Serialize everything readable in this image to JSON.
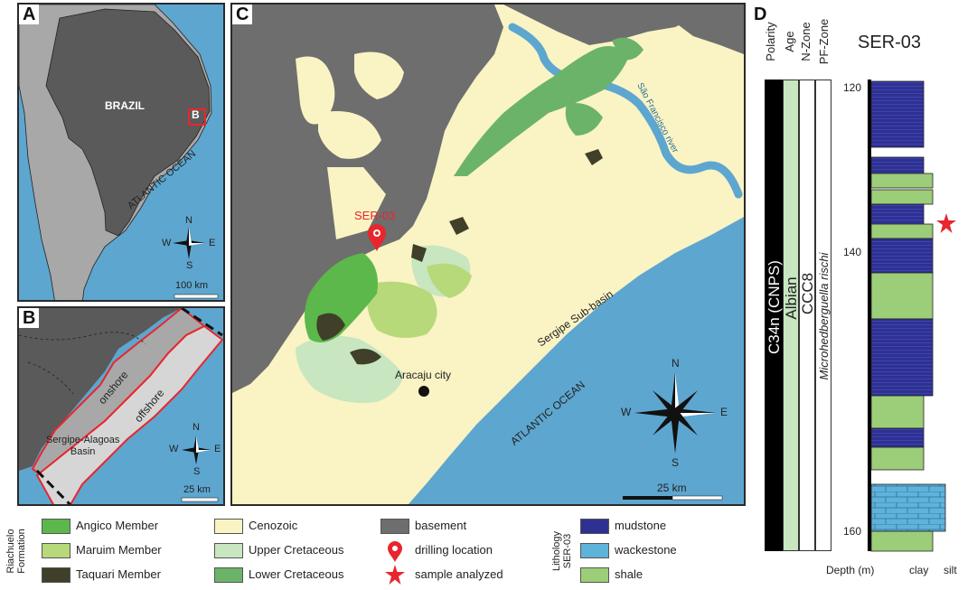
{
  "panels": {
    "a": {
      "label": "A",
      "country": "BRAZIL",
      "ocean": "ATLANTIC OCEAN",
      "inset_marker": "B",
      "scale": "100 km"
    },
    "b": {
      "label": "B",
      "onshore": "onshore",
      "offshore": "offshore",
      "basin": "Sergipe-Alagoas\nBasin",
      "scale": "25 km"
    },
    "c": {
      "label": "C",
      "well": "SER-03",
      "city": "Aracaju city",
      "subbasin": "Sergipe Sub-basin",
      "ocean": "ATLANTIC OCEAN",
      "river": "São Francisco river",
      "scale": "25 km"
    },
    "d": {
      "label": "D",
      "title": "SER-03",
      "columns": [
        "Polarity",
        "Age",
        "N-Zone",
        "PF-Zone"
      ],
      "polarity_value": "C34n (CNPS)",
      "age_value": "Albian",
      "nzone_value": "CCC8",
      "pfzone_value": "Microhedberguella rischi",
      "depth_ticks": [
        "120",
        "140",
        "160"
      ],
      "xlabel_depth": "Depth (m)",
      "xlabel_clay": "clay",
      "xlabel_silt": "silt"
    }
  },
  "compass": {
    "n": "N",
    "s": "S",
    "e": "E",
    "w": "W"
  },
  "legend": {
    "riachuelo_title": "Riachuelo\nFormation",
    "lithology_title": "Lithology\nSER-03",
    "items": {
      "angico": "Angico Member",
      "maruim": "Maruim Member",
      "taquari": "Taquari Member",
      "cenozoic": "Cenozoic",
      "upper_cret": "Upper Cretaceous",
      "lower_cret": "Lower Cretaceous",
      "basement": "basement",
      "drilling": "drilling location",
      "sample": "sample analyzed",
      "mudstone": "mudstone",
      "wackestone": "wackestone",
      "shale": "shale"
    }
  },
  "colors": {
    "ocean": "#5da6cf",
    "land_gray": "#a8a8a8",
    "basement": "#6e6e6e",
    "brazil": "#5a5a5a",
    "cenozoic": "#faf3c4",
    "angico": "#5cb84a",
    "maruim": "#b7d97a",
    "taquari": "#3f3f2a",
    "upper_cret": "#c8e6c0",
    "lower_cret": "#6cb36a",
    "mudstone": "#2e3192",
    "wackestone": "#5fb2d9",
    "shale": "#9ccd78",
    "marker_red": "#e8262d",
    "river": "#5da6cf"
  }
}
